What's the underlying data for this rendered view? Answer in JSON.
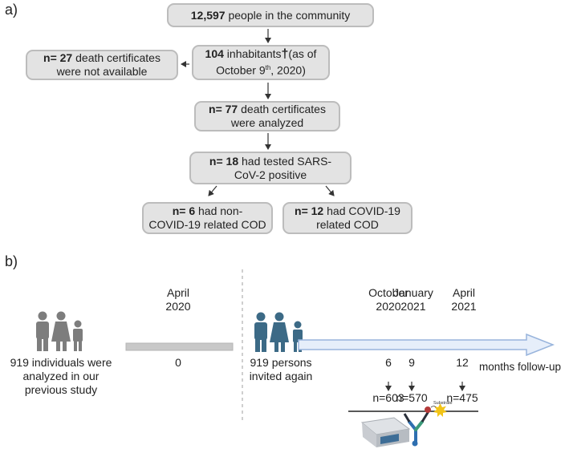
{
  "panel_a": {
    "label": "a)",
    "box_total": {
      "num": "12,597",
      "rest": " people in the community"
    },
    "box_inhab": {
      "num": "104",
      "rest": " inhabitants",
      "dagger": "†",
      "tail1": "(as of",
      "month": "October 9",
      "sup": "th",
      "year": ", 2020)"
    },
    "box_missing": {
      "num": "n= 27",
      "rest": " death certificates",
      "line2": "were not available"
    },
    "box_analyzed": {
      "num": "n= 77",
      "rest": " death certificates",
      "line2": "were analyzed"
    },
    "box_tested": {
      "num": "n= 18",
      "rest": " had tested SARS-",
      "line2": "CoV-2 positive"
    },
    "box_noncovid": {
      "num": "n= 6",
      "rest": " had non-",
      "line2": "COVID-19 related COD"
    },
    "box_covid": {
      "num": "n= 12",
      "rest": " had COVID-19",
      "line2": "related COD"
    }
  },
  "panel_b": {
    "label": "b)",
    "left_caption": [
      "919 individuals were",
      "analyzed in our",
      "previous study"
    ],
    "baseline_date": [
      "April",
      "2020"
    ],
    "baseline_month": "0",
    "invite_caption": [
      "919 persons",
      "invited again"
    ],
    "timepoints": [
      {
        "date": [
          "October",
          "2020"
        ],
        "month": "6",
        "n": "n=603"
      },
      {
        "date": [
          "January",
          "2021"
        ],
        "month": "9",
        "n": "n=570"
      },
      {
        "date": [
          "April",
          "2021"
        ],
        "month": "12",
        "n": "n=475"
      }
    ],
    "axis_label": "months follow-up",
    "antibody_text": "Substrate",
    "colors": {
      "grey_people": "#7d7d7d",
      "blue_people": "#3c6a86",
      "grey_bar": "#c8c8c8",
      "arrow_fill": "#e6eefa",
      "arrow_stroke": "#98b4dc"
    }
  }
}
